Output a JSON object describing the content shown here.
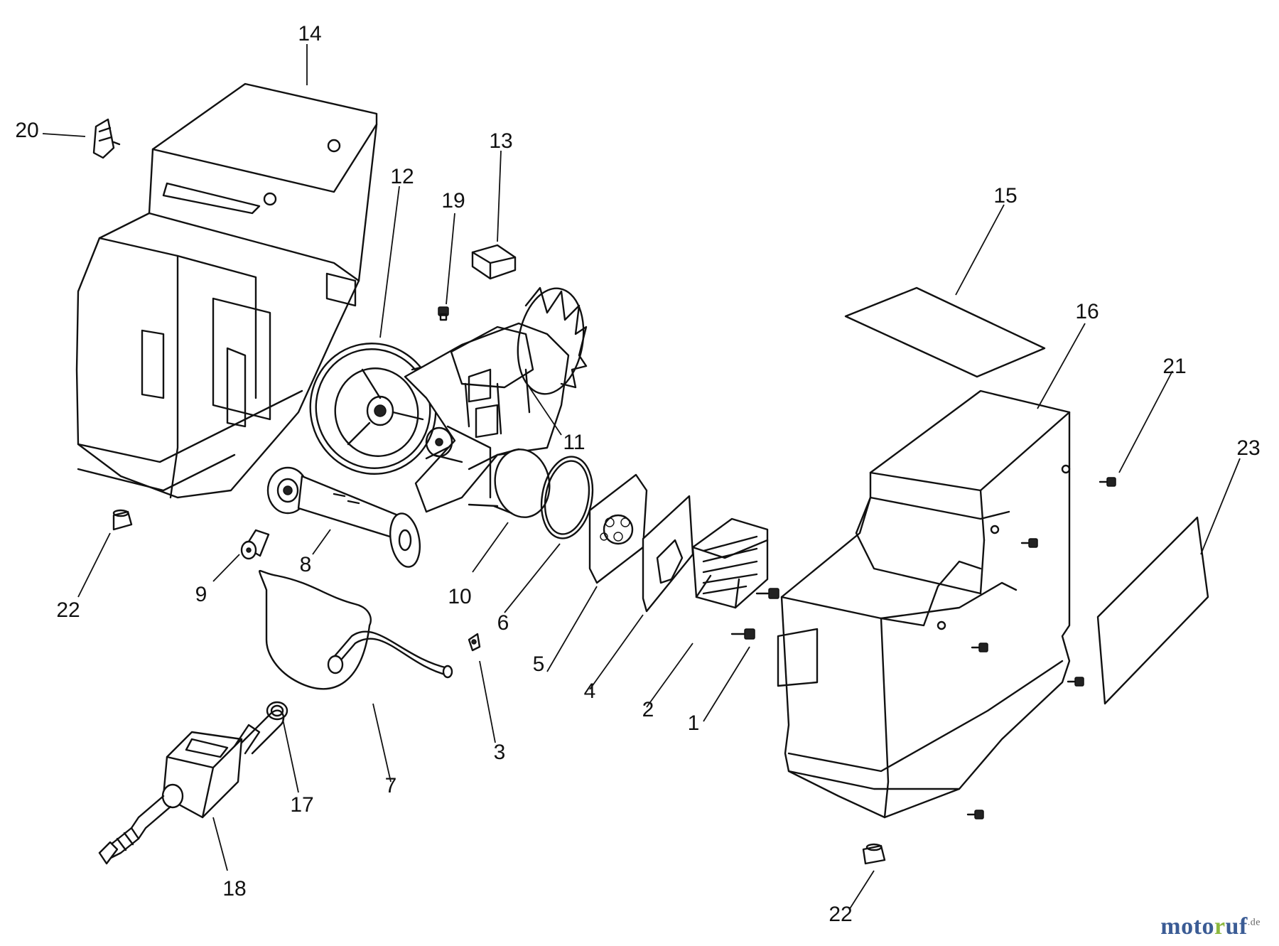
{
  "callouts": [
    {
      "id": "1",
      "label": "1"
    },
    {
      "id": "2",
      "label": "2"
    },
    {
      "id": "3",
      "label": "3"
    },
    {
      "id": "4",
      "label": "4"
    },
    {
      "id": "5",
      "label": "5"
    },
    {
      "id": "6",
      "label": "6"
    },
    {
      "id": "7",
      "label": "7"
    },
    {
      "id": "8",
      "label": "8"
    },
    {
      "id": "9",
      "label": "9"
    },
    {
      "id": "10",
      "label": "10"
    },
    {
      "id": "11",
      "label": "11"
    },
    {
      "id": "12",
      "label": "12"
    },
    {
      "id": "13",
      "label": "13"
    },
    {
      "id": "14",
      "label": "14"
    },
    {
      "id": "15",
      "label": "15"
    },
    {
      "id": "16",
      "label": "16"
    },
    {
      "id": "17",
      "label": "17"
    },
    {
      "id": "18",
      "label": "18"
    },
    {
      "id": "19",
      "label": "19"
    },
    {
      "id": "20",
      "label": "20"
    },
    {
      "id": "21",
      "label": "21"
    },
    {
      "id": "22a",
      "label": "22"
    },
    {
      "id": "22b",
      "label": "22"
    },
    {
      "id": "23",
      "label": "23"
    }
  ],
  "watermark": {
    "part1": "moto",
    "part2": "r",
    "part3": "uf",
    "suffix": ".de"
  },
  "colors": {
    "line": "#111111",
    "brand_blue": "#3b5c95",
    "brand_green": "#8db83f"
  }
}
